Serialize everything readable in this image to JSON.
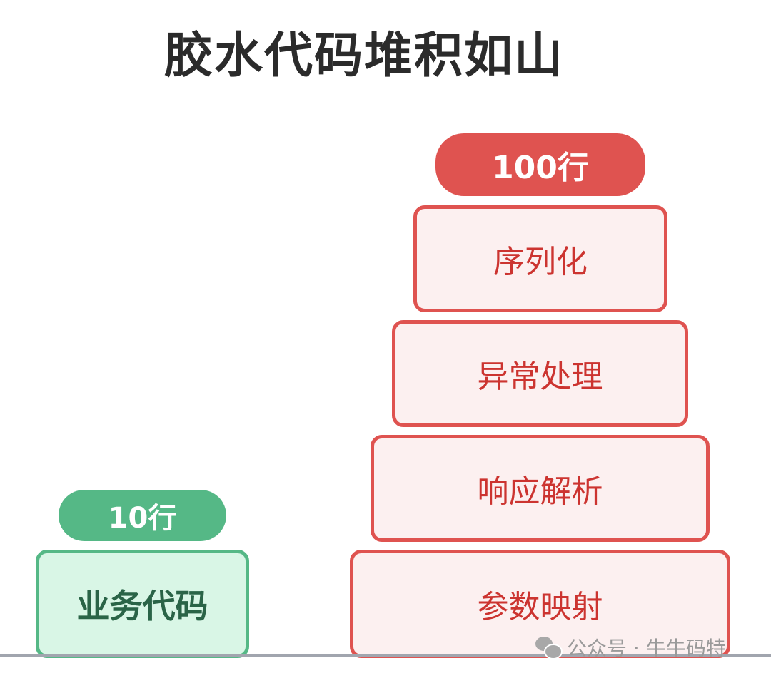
{
  "title": "胶水代码堆积如山",
  "left_stack": {
    "badge": "10行",
    "blocks": [
      "业务代码"
    ],
    "color": "#55b886",
    "fill": "#d9f6e6"
  },
  "right_stack": {
    "badge": "100行",
    "blocks": [
      "序列化",
      "异常处理",
      "响应解析",
      "参数映射"
    ],
    "color": "#df5350",
    "fill": "#fcf0f0"
  },
  "watermark": {
    "icon": "wechat-icon",
    "text": "公众号 · 牛牛码特"
  }
}
